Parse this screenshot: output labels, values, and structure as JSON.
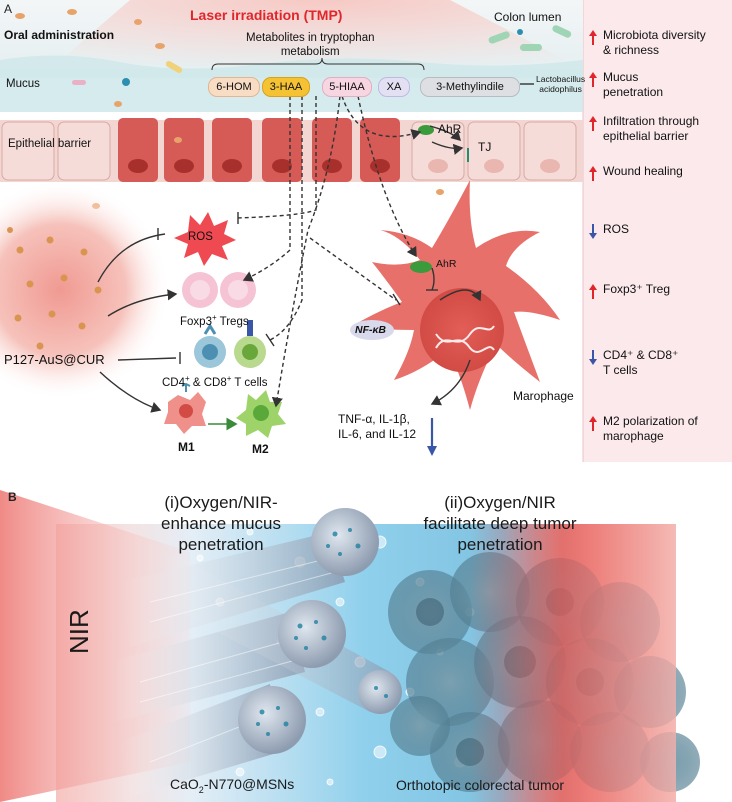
{
  "panel_a": {
    "letter": "A",
    "laser_title": "Laser irradiation (TMP)",
    "oral_administration": "Oral administration",
    "colon_lumen": "Colon lumen",
    "metabolites_title": "Metabolites in tryptophan\nmetabolism",
    "mucus": "Mucus",
    "epithelial_barrier": "Epithelial barrier",
    "metabolites": [
      "6-HOM",
      "3-HAA",
      "5-HIAA",
      "XA",
      "3-Methylindile"
    ],
    "lactobacillus": "Lactobacillus\nacidophilus",
    "ahr_top": "AhR",
    "tj": "TJ",
    "ros": "ROS",
    "ahr_macro": "AhR",
    "nfkb": "NF-κB",
    "foxp3_tregs": "Foxp3",
    "foxp3_tregs_suffix": " Tregs",
    "foxp3_sup": "+",
    "cd_t_cells": "CD4",
    "cd_t_cells_mid": " & CD8",
    "cd_t_cells_end": " T cells",
    "cd_sup": "+",
    "nanoparticle": "P127-AuS@CUR",
    "m1": "M1",
    "m2": "M2",
    "macrophage": "Marophage",
    "cytokines": "TNF-α, IL-1β,\nIL-6, and IL-12",
    "outcomes": [
      {
        "text": "Microbiota diversity\n& richness",
        "dir": "up"
      },
      {
        "text": "Mucus\npenetration",
        "dir": "up"
      },
      {
        "text": "Infiltration through\nepithelial barrier",
        "dir": "up"
      },
      {
        "text": "Wound healing",
        "dir": "up"
      },
      {
        "text": "ROS",
        "dir": "down"
      },
      {
        "text": "Foxp3⁺ Treg",
        "dir": "up"
      },
      {
        "text": "CD4⁺ & CD8⁺\nT cells",
        "dir": "down"
      },
      {
        "text": "M2 polarization of\nmarophage",
        "dir": "up"
      }
    ]
  },
  "panel_b": {
    "letter": "B",
    "label_i": "(i)Oxygen/NIR-\nenhance mucus\npenetration",
    "label_ii": "(ii)Oxygen/NIR\nfacilitate deep tumor\npenetration",
    "nir": "NIR",
    "nanoparticle": "CaO",
    "nanoparticle_sub": "2",
    "nanoparticle_rest": "-N770@MSNs",
    "tumor": "Orthotopic colorectal tumor"
  },
  "colors": {
    "up_arrow": "#e0262b",
    "down_arrow": "#3a56a8",
    "laser": "#e0262b",
    "cell_red": "#d65a55",
    "macrophage": "#e8706a",
    "side_panel": "#fbe9ec"
  }
}
